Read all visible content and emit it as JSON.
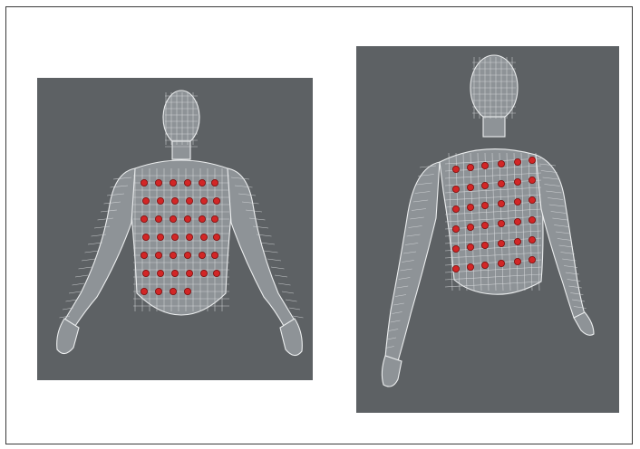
{
  "figure": {
    "panels": [
      {
        "view": "front",
        "background": "#5d6164",
        "mesh_color": "#dcdfe1",
        "marker_color": "#d22626",
        "marker_count": 40
      },
      {
        "view": "three-quarter",
        "background": "#5d6164",
        "mesh_color": "#dcdfe1",
        "marker_color": "#d22626",
        "marker_count": 36
      }
    ]
  }
}
